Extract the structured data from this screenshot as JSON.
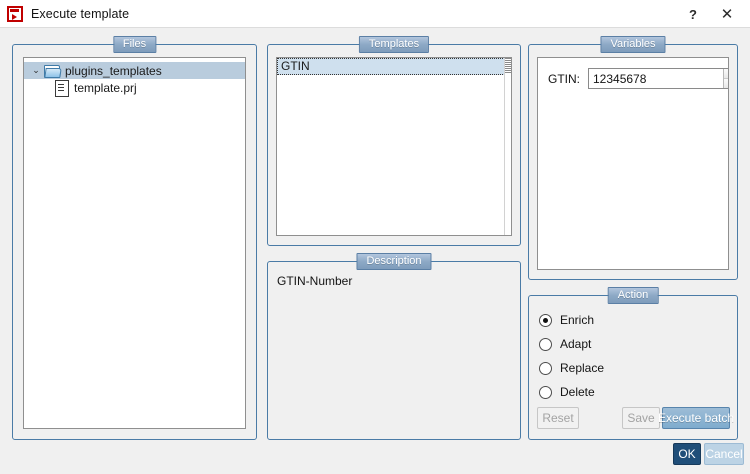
{
  "window": {
    "title": "Execute template",
    "icon": "execute-template-icon",
    "help_label": "?",
    "close_label": "✕"
  },
  "files": {
    "legend": "Files",
    "tree": [
      {
        "label": "plugins_templates",
        "icon": "folder-open-icon",
        "twisty": "⌄",
        "selected": true,
        "level": 0
      },
      {
        "label": "template.prj",
        "icon": "file-document-icon",
        "selected": false,
        "level": 1
      }
    ]
  },
  "templates": {
    "legend": "Templates",
    "items": [
      {
        "label": "GTIN",
        "selected": true
      }
    ]
  },
  "description": {
    "legend": "Description",
    "text": "GTIN-Number"
  },
  "variables": {
    "legend": "Variables",
    "rows": [
      {
        "label": "GTIN:",
        "value": "12345678",
        "placeholder": "",
        "spinner": true
      }
    ]
  },
  "action": {
    "legend": "Action",
    "options": [
      {
        "label": "Enrich",
        "checked": true
      },
      {
        "label": "Adapt",
        "checked": false
      },
      {
        "label": "Replace",
        "checked": false
      },
      {
        "label": "Delete",
        "checked": false
      }
    ],
    "buttons": {
      "reset": {
        "label": "Reset",
        "enabled": false
      },
      "save": {
        "label": "Save",
        "enabled": false
      },
      "execute_batch": {
        "label": "Execute batch",
        "enabled": true
      }
    }
  },
  "footer": {
    "ok_label": "OK",
    "cancel_label": "Cancel"
  },
  "colors": {
    "group_border": "#4a7ba6",
    "legend_bg": "#8da9c6",
    "selection": "#b9ccdd",
    "list_selection": "#cfe0ee",
    "accent_button": "#7facce",
    "ok_button": "#1f4e79",
    "cancel_button": "#bcd3e5",
    "icon_red": "#c00000"
  }
}
